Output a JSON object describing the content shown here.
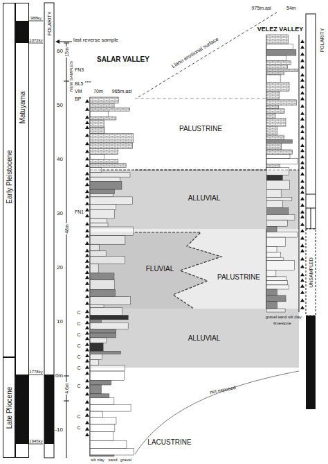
{
  "diagram": {
    "nodes": [
      {
        "text": [
          "Early Pleistocene"
        ]
      },
      {
        "text": [
          "Late Pliocene"
        ]
      },
      {
        "text": [
          "Matuyama"
        ]
      },
      {
        "text": [
          "PALUSTRINE"
        ]
      },
      {
        "text": [
          "ALLUVIAL"
        ]
      },
      {
        "text": [
          "FLUVIAL"
        ]
      },
      {
        "text": [
          "PALUSTRINE"
        ]
      },
      {
        "text": [
          "ALLUVIAL"
        ]
      },
      {
        "text": [
          "LACUSTRINE"
        ]
      }
    ],
    "labels": [
      "988ky",
      "1072ky",
      "1778ky",
      "1945ky",
      "POLARITY",
      "last reverse sample",
      "SALAR VALLEY",
      "60",
      "50",
      "40",
      "30",
      "20",
      "10",
      "0m",
      "-10",
      "15m",
      "48m",
      "4.6m",
      "NEW SAMPLES",
      "FN3",
      "BL5",
      "VM",
      "BP",
      "FN1",
      "C",
      "C",
      "C",
      "C",
      "C",
      "C",
      "C",
      "C",
      "C",
      "70m",
      "965m.asl",
      "975m.asl",
      "54m",
      "Llano erosional surface",
      "VELEZ VALLEY",
      "POLARITY",
      "UNSAMPLED",
      "not exposed",
      "gravel",
      "sand",
      "silt clay",
      "limestone",
      "silt clay",
      "sand",
      "gravel"
    ]
  }
}
